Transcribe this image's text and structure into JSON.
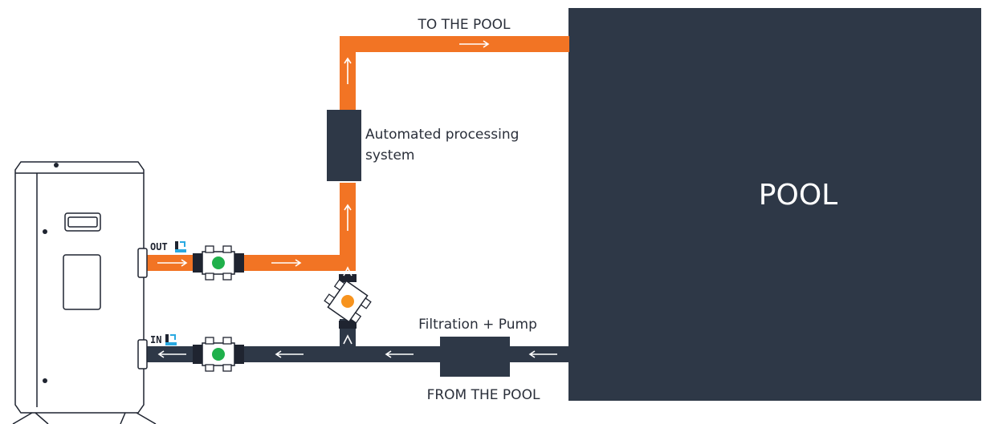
{
  "labels": {
    "to_pool": "TO THE POOL",
    "from_pool": "FROM THE POOL",
    "pool": "POOL",
    "processing_line1": "Automated processing",
    "processing_line2": "system",
    "filtration": "Filtration + Pump",
    "port_out": "OUT",
    "port_in": "IN"
  },
  "colors": {
    "hot_pipe": "#f27424",
    "cold_pipe": "#2e3847",
    "pool": "#2e3847",
    "valve_handle": "#1fb04b",
    "bypass_valve": "#f7931e",
    "port_icon": "#29a9e1"
  }
}
